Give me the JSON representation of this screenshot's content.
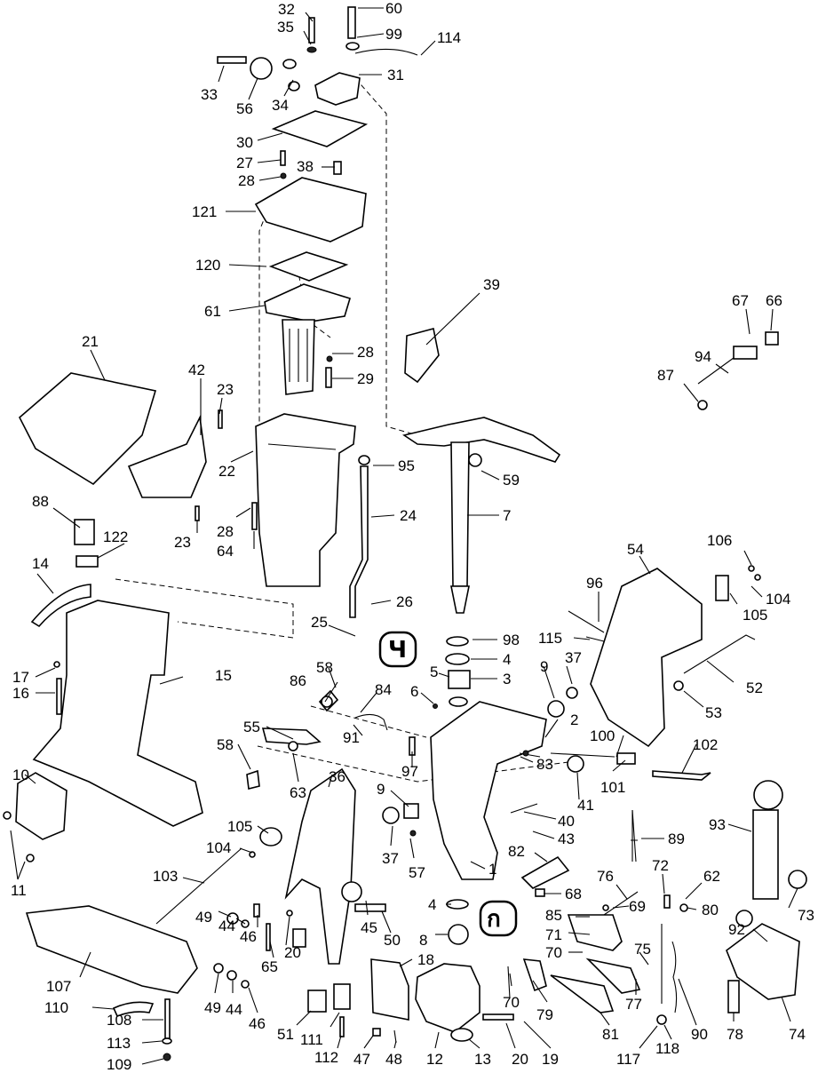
{
  "callouts": [
    {
      "label": "32"
    },
    {
      "label": "60"
    },
    {
      "label": "35"
    },
    {
      "label": "99"
    },
    {
      "label": "114"
    },
    {
      "label": "33"
    },
    {
      "label": "56"
    },
    {
      "label": "34"
    },
    {
      "label": "31"
    },
    {
      "label": "30"
    },
    {
      "label": "27"
    },
    {
      "label": "38"
    },
    {
      "label": "28"
    },
    {
      "label": "121"
    },
    {
      "label": "120"
    },
    {
      "label": "61"
    },
    {
      "label": "39"
    },
    {
      "label": "67"
    },
    {
      "label": "66"
    },
    {
      "label": "28"
    },
    {
      "label": "29"
    },
    {
      "label": "94"
    },
    {
      "label": "87"
    },
    {
      "label": "21"
    },
    {
      "label": "42"
    },
    {
      "label": "23"
    },
    {
      "label": "22"
    },
    {
      "label": "95"
    },
    {
      "label": "59"
    },
    {
      "label": "7"
    },
    {
      "label": "88"
    },
    {
      "label": "23"
    },
    {
      "label": "28"
    },
    {
      "label": "24"
    },
    {
      "label": "122"
    },
    {
      "label": "64"
    },
    {
      "label": "106"
    },
    {
      "label": "54"
    },
    {
      "label": "14"
    },
    {
      "label": "96"
    },
    {
      "label": "104"
    },
    {
      "label": "105"
    },
    {
      "label": "26"
    },
    {
      "label": "25"
    },
    {
      "label": "115"
    },
    {
      "label": "98"
    },
    {
      "label": "37"
    },
    {
      "label": "4"
    },
    {
      "label": "9"
    },
    {
      "label": "17"
    },
    {
      "label": "15"
    },
    {
      "label": "58"
    },
    {
      "label": "5"
    },
    {
      "label": "3"
    },
    {
      "label": "52"
    },
    {
      "label": "16"
    },
    {
      "label": "86"
    },
    {
      "label": "84"
    },
    {
      "label": "6"
    },
    {
      "label": "53"
    },
    {
      "label": "55"
    },
    {
      "label": "91"
    },
    {
      "label": "2"
    },
    {
      "label": "100"
    },
    {
      "label": "102"
    },
    {
      "label": "58"
    },
    {
      "label": "97"
    },
    {
      "label": "83"
    },
    {
      "label": "10"
    },
    {
      "label": "63"
    },
    {
      "label": "36"
    },
    {
      "label": "101"
    },
    {
      "label": "41"
    },
    {
      "label": "9"
    },
    {
      "label": "93"
    },
    {
      "label": "105"
    },
    {
      "label": "40"
    },
    {
      "label": "43"
    },
    {
      "label": "89"
    },
    {
      "label": "104"
    },
    {
      "label": "37"
    },
    {
      "label": "82"
    },
    {
      "label": "11"
    },
    {
      "label": "57"
    },
    {
      "label": "1"
    },
    {
      "label": "103"
    },
    {
      "label": "72"
    },
    {
      "label": "76"
    },
    {
      "label": "62"
    },
    {
      "label": "68"
    },
    {
      "label": "49"
    },
    {
      "label": "44"
    },
    {
      "label": "46"
    },
    {
      "label": "4"
    },
    {
      "label": "45"
    },
    {
      "label": "50"
    },
    {
      "label": "69"
    },
    {
      "label": "80"
    },
    {
      "label": "85"
    },
    {
      "label": "73"
    },
    {
      "label": "8"
    },
    {
      "label": "71"
    },
    {
      "label": "92"
    },
    {
      "label": "65"
    },
    {
      "label": "20"
    },
    {
      "label": "70"
    },
    {
      "label": "75"
    },
    {
      "label": "18"
    },
    {
      "label": "107"
    },
    {
      "label": "49"
    },
    {
      "label": "44"
    },
    {
      "label": "70"
    },
    {
      "label": "79"
    },
    {
      "label": "77"
    },
    {
      "label": "110"
    },
    {
      "label": "46"
    },
    {
      "label": "108"
    },
    {
      "label": "51"
    },
    {
      "label": "111"
    },
    {
      "label": "81"
    },
    {
      "label": "90"
    },
    {
      "label": "78"
    },
    {
      "label": "74"
    },
    {
      "label": "113"
    },
    {
      "label": "112"
    },
    {
      "label": "47"
    },
    {
      "label": "48"
    },
    {
      "label": "12"
    },
    {
      "label": "13"
    },
    {
      "label": "20"
    },
    {
      "label": "19"
    },
    {
      "label": "117"
    },
    {
      "label": "118"
    },
    {
      "label": "109"
    }
  ],
  "symbols": [
    {
      "name": "lubricant-symbol-upper",
      "glyph": "Ч"
    },
    {
      "name": "lubricant-symbol-lower",
      "glyph": "ก"
    }
  ]
}
